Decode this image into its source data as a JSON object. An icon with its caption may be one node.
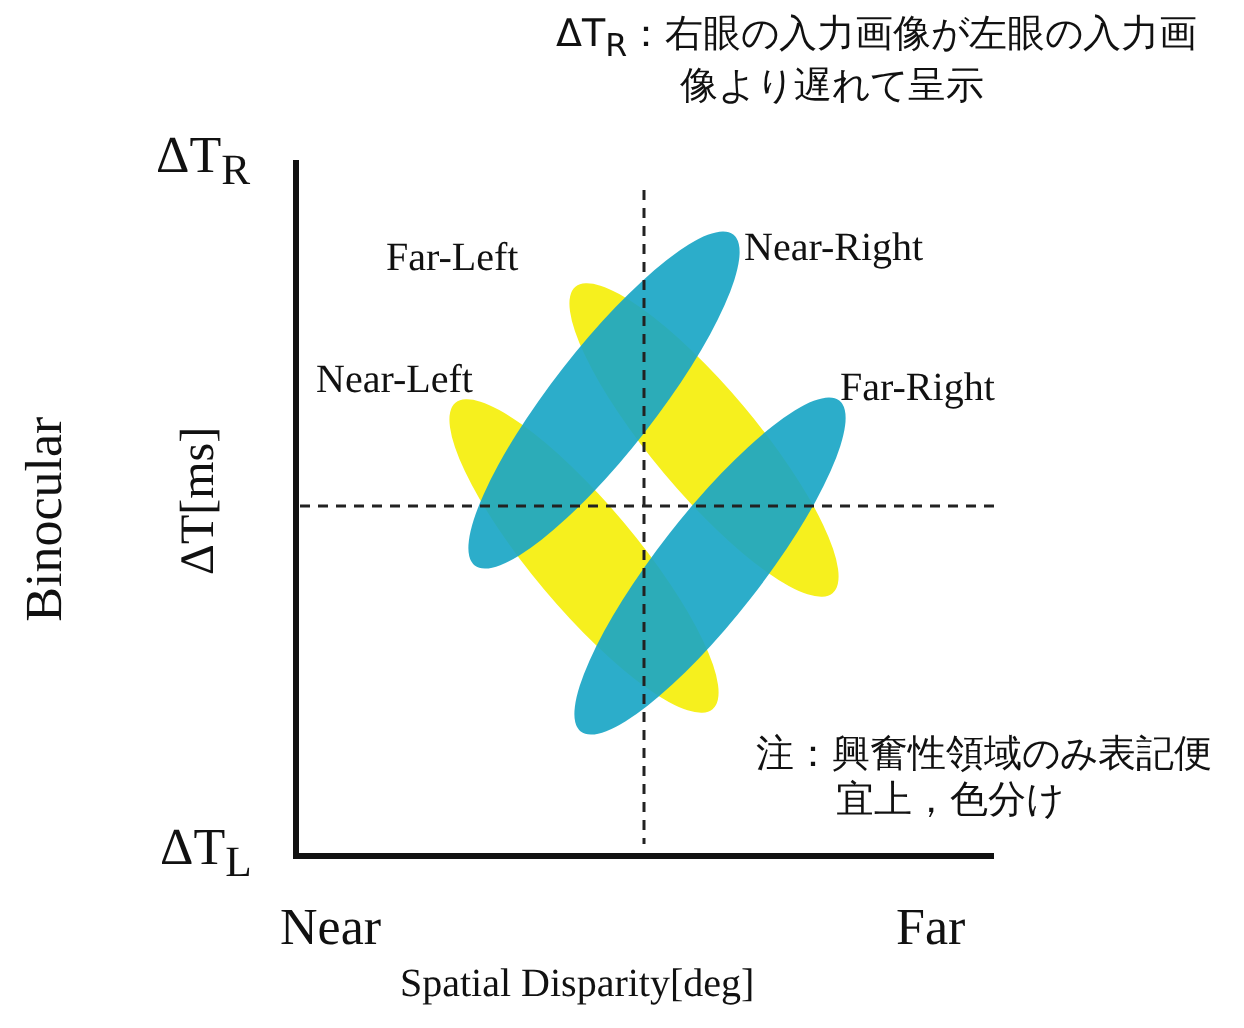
{
  "diagram": {
    "labels": [
      "ΔT$_{R}$：右眼の入力画像が左眼の入力画像より遅れて呈示",
      "ΔT$_{R}$",
      "Far-Left",
      "Near-Right",
      "Near-Left",
      "Far-Right",
      "Binocular",
      "ΔT[ms]",
      "注：興奮性領域のみ表記便宜上，色分け",
      "ΔT$_{L}$",
      "Near",
      "Far",
      "Spatial Disparity[deg]"
    ]
  }
}
